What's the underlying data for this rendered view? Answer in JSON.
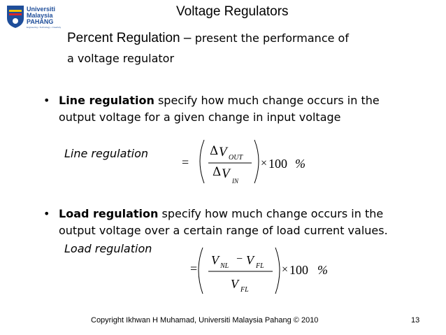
{
  "logo": {
    "line1": "Universiti",
    "line2": "Malaysia",
    "line3": "PAHANG",
    "tagline": "Engineering • Technology • Creativity"
  },
  "title": "Voltage Regulators",
  "subtitle": {
    "heading": "Percent Regulation",
    "dash": " – ",
    "line1_rest": "present the performance of",
    "line2": "a voltage regulator"
  },
  "bullets": [
    {
      "bold": "Line regulation",
      "line1_rest": " specify how much change occurs in the",
      "line2": "output voltage for a given change in input voltage"
    },
    {
      "bold": "Load regulation",
      "line1_rest": " specify how much change occurs in the",
      "line2": "output voltage over a certain range of load current values."
    }
  ],
  "equations": {
    "line": {
      "label": "Line regulation",
      "equals": "=",
      "delta": "Δ",
      "num_var": "V",
      "num_sub": "OUT",
      "den_var": "V",
      "den_sub": "IN",
      "times": "×",
      "factor": "100",
      "percent": "%"
    },
    "load": {
      "label": "Load regulation",
      "equals": "=",
      "num_var1": "V",
      "num_sub1": "NL",
      "minus": "−",
      "num_var2": "V",
      "num_sub2": "FL",
      "den_var": "V",
      "den_sub": "FL",
      "times": "×",
      "factor": "100",
      "percent": "%"
    }
  },
  "footer": "Copyright Ikhwan H Muhamad, Universiti Malaysia Pahang © 2010",
  "page_number": "13",
  "colors": {
    "logo_blue": "#1f4e9a",
    "logo_yellow": "#f2c400",
    "logo_red": "#d7262d"
  }
}
